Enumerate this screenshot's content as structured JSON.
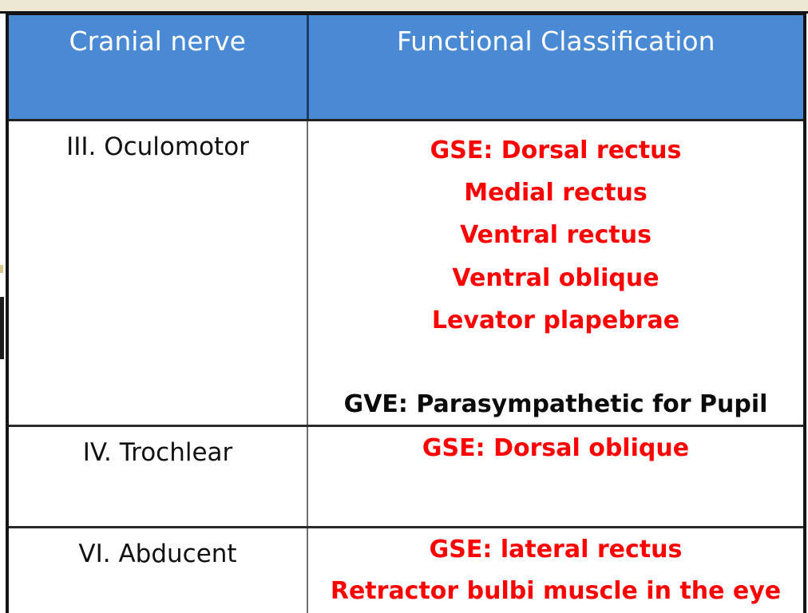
{
  "slide": {
    "background_color": "#ffffff",
    "top_strip_color": "#ece8d4",
    "accent_header_color": "#4a8ad4",
    "highlight_text_color": "#ff0000",
    "body_text_color": "#111111"
  },
  "table": {
    "headers": [
      {
        "label": "Cranial nerve"
      },
      {
        "label": "Functional Classification"
      }
    ],
    "rows": [
      {
        "nerve": "III. Oculomotor",
        "classification_red": [
          "GSE: Dorsal rectus",
          "Medial rectus",
          "Ventral rectus",
          "Ventral oblique",
          "Levator plapebrae"
        ],
        "classification_black": [
          "GVE: Parasympathetic for Pupil"
        ]
      },
      {
        "nerve": "IV. Trochlear",
        "classification_red": [
          "GSE: Dorsal oblique"
        ],
        "classification_black": []
      },
      {
        "nerve": "VI. Abducent",
        "classification_red": [
          "GSE: lateral rectus",
          "Retractor bulbi muscle in the eye"
        ],
        "classification_black": []
      }
    ]
  }
}
